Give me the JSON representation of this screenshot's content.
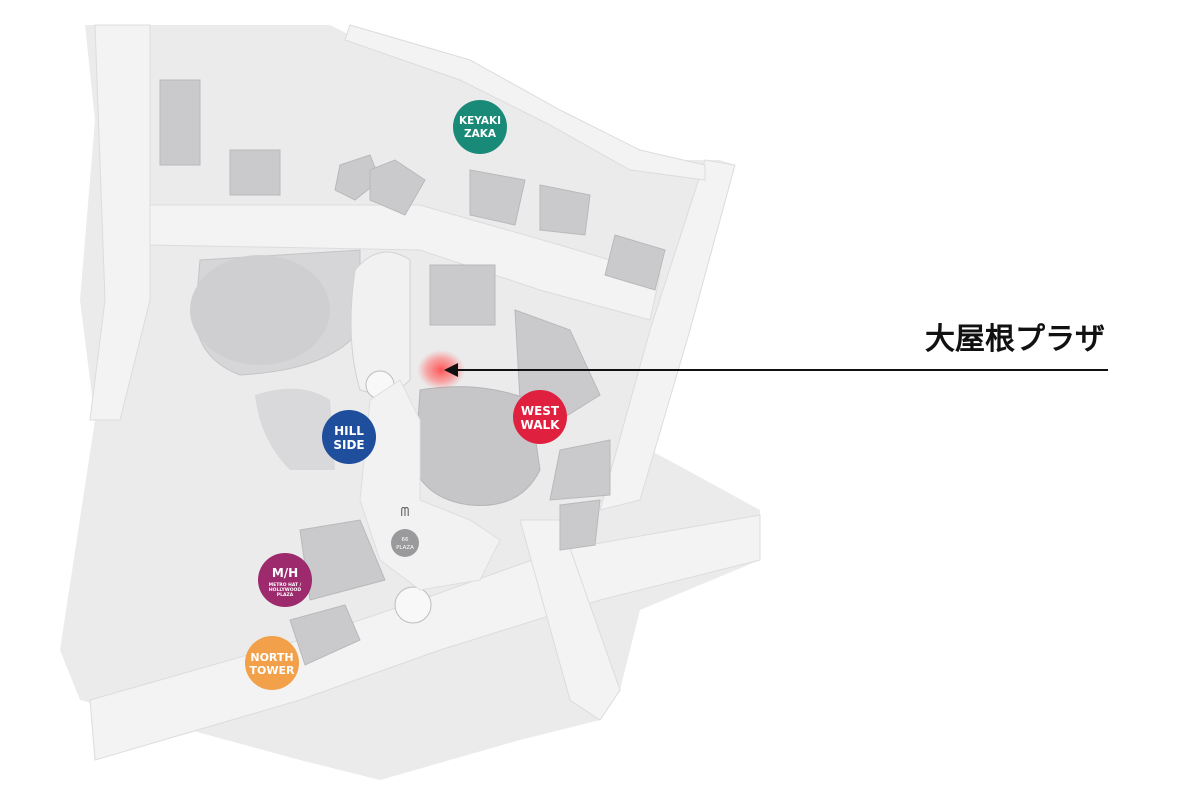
{
  "map": {
    "markers": {
      "keyakizaka": {
        "line1": "KEYAKI",
        "line2": "ZAKA",
        "color": "#1a8a78"
      },
      "hillside": {
        "line1": "HILL",
        "line2": "SIDE",
        "color": "#1f4e9c"
      },
      "westwalk": {
        "line1": "WEST",
        "line2": "WALK",
        "color": "#e0203f"
      },
      "mh": {
        "line1": "M/H",
        "sub1": "METRO HAT /",
        "sub2": "HOLLYWOOD",
        "sub3": "PLAZA",
        "color": "#9c2a6c"
      },
      "northtower": {
        "line1": "NORTH",
        "line2": "TOWER",
        "color": "#f2a04a"
      }
    },
    "plaza66": {
      "line1": "66",
      "line2": "PLAZA"
    },
    "callout": {
      "label": "大屋根プラザ",
      "highlight_color": "#ff5a5a"
    }
  }
}
